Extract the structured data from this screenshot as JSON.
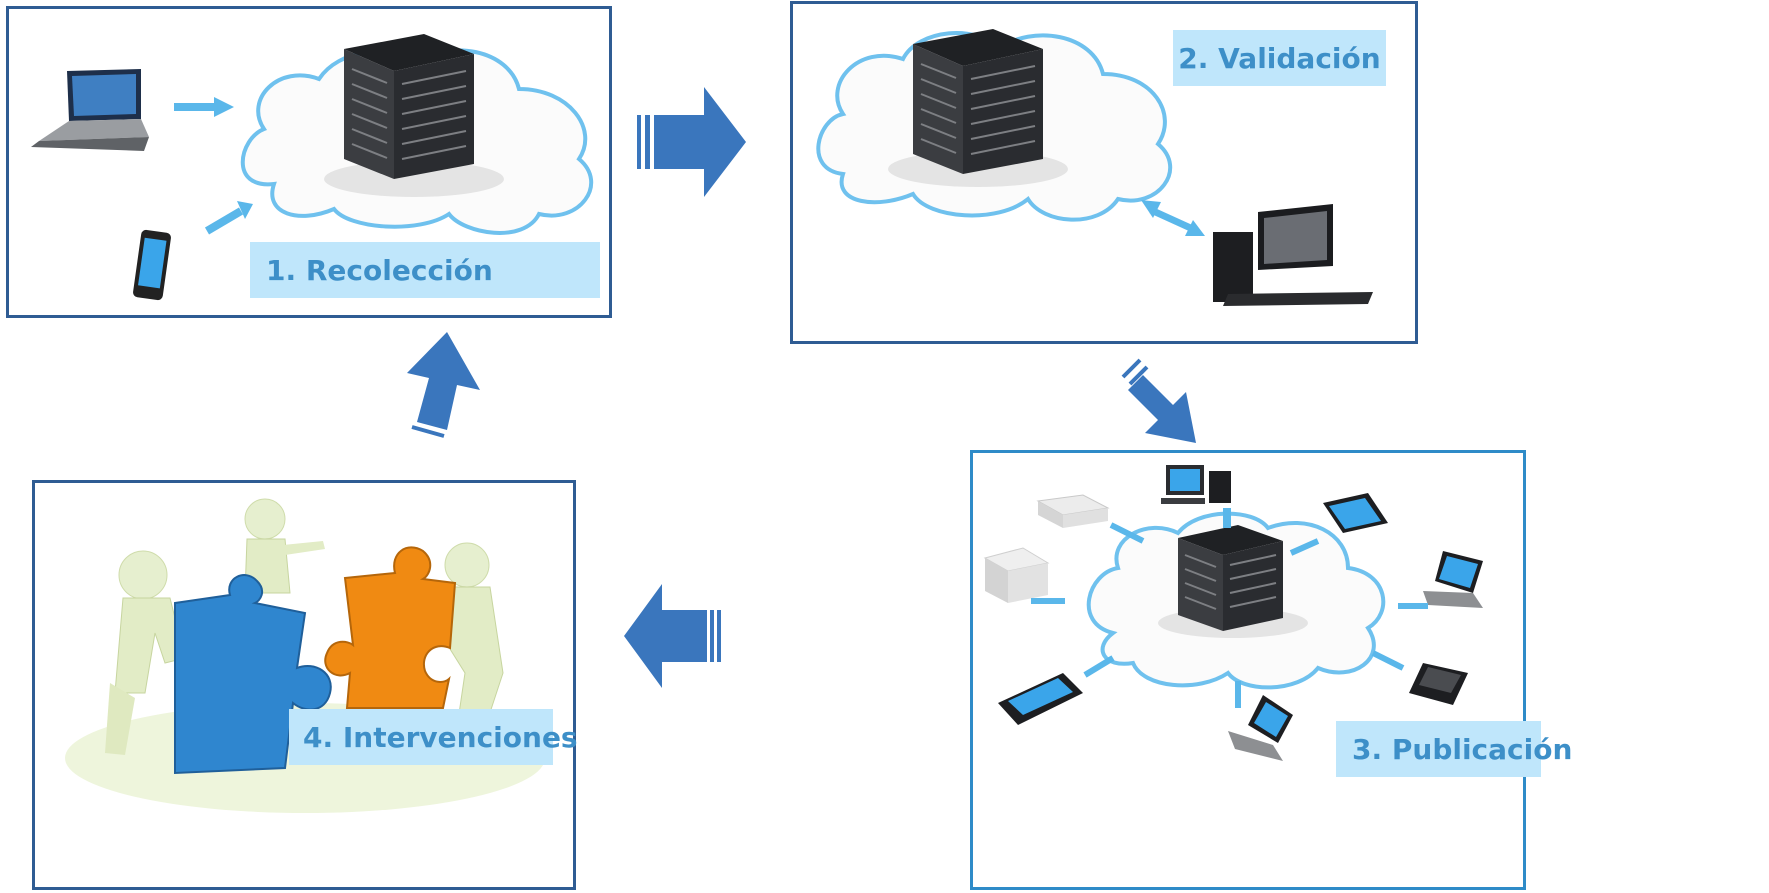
{
  "steps": [
    {
      "label": "1. Recolección"
    },
    {
      "label": "2. Validación"
    },
    {
      "label": "3. Publicación"
    },
    {
      "label": "4. Intervenciones"
    }
  ],
  "colors": {
    "panel_border": "#2f5c93",
    "panel_border_light": "#2e8bc8",
    "label_bg": "#bfe6fb",
    "label_text": "#3d8fc8",
    "arrow": "#3a76bd",
    "cloud_outline": "#6fc1ee",
    "server": "#2d2f33",
    "puzzle_blue": "#2f86cf",
    "puzzle_orange": "#f08a12"
  },
  "icons": {
    "laptop": "laptop-icon",
    "phone": "smartphone-icon",
    "server": "server-icon",
    "cloud": "cloud-icon",
    "desktop": "desktop-computer-icon",
    "tablet": "tablet-icon",
    "printer": "printer-icon",
    "puzzle": "puzzle-pieces-icon",
    "people": "3d-people-icon"
  }
}
